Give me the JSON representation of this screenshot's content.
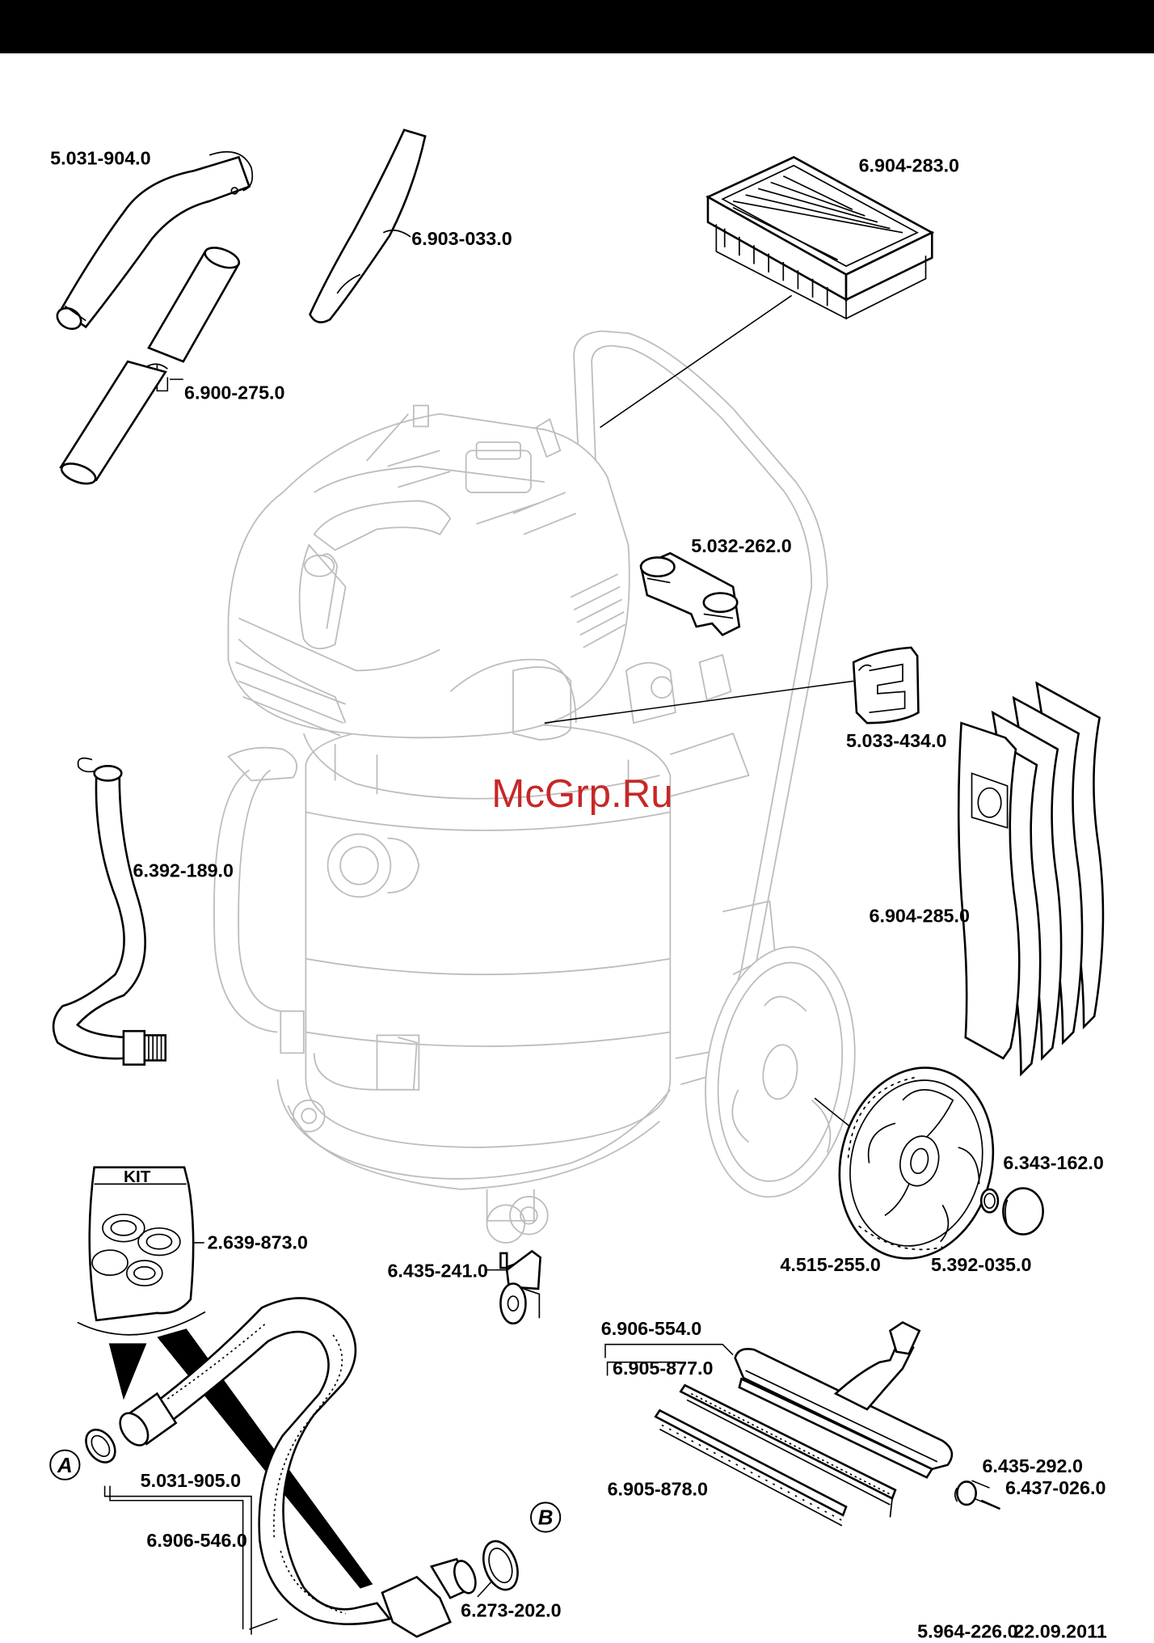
{
  "watermark": "McGrp.Ru",
  "kit_label": "KIT",
  "callouts": {
    "a": "A",
    "b": "B"
  },
  "footer": {
    "doc_number": "5.964-226.0",
    "date": "22.09.2011"
  },
  "parts": {
    "bend_tube": "5.031-904.0",
    "crevice_nozzle": "6.903-033.0",
    "flat_filter": "6.904-283.0",
    "suction_tubes": "6.900-275.0",
    "accessory_holder": "5.032-262.0",
    "handle_cover": "5.033-434.0",
    "drain_hose": "6.392-189.0",
    "filter_bags": "6.904-285.0",
    "hub_ring": "6.343-162.0",
    "adapter_kit": "2.639-873.0",
    "wheel": "4.515-255.0",
    "hub_cap": "5.392-035.0",
    "castor": "6.435-241.0",
    "floor_nozzle": "6.906-554.0",
    "brush_strip": "6.905-877.0",
    "rubber_strip": "6.905-878.0",
    "roller": "6.435-292.0",
    "pin": "6.437-026.0",
    "hose_cuff": "5.031-905.0",
    "suction_hose": "6.906-546.0",
    "hose_ring": "6.273-202.0"
  },
  "colors": {
    "ink": "#000000",
    "ghost_outline": "#bdbdbd",
    "watermark": "#c62828",
    "header_bar": "#000000"
  },
  "icons": {
    "callout_marker": "circle-letter-icon"
  }
}
